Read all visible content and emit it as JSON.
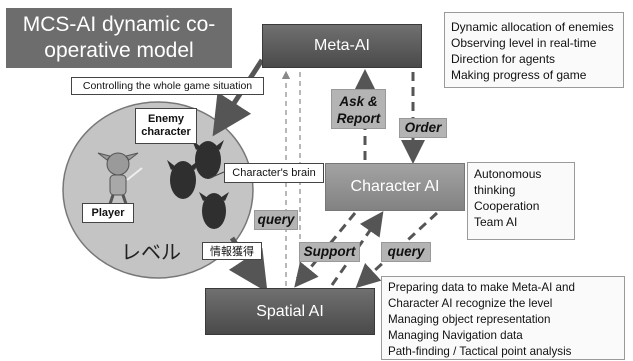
{
  "title": {
    "line1": "MCS-AI dynamic co-",
    "line2": "operative model"
  },
  "nodes": {
    "meta_ai": "Meta-AI",
    "character_ai": "Character AI",
    "spatial_ai": "Spatial AI"
  },
  "meta_desc": [
    "Dynamic allocation of enemies",
    "Observing level in real-time",
    "Direction for agents",
    "Making progress of game"
  ],
  "char_desc": [
    "Autonomous",
    "thinking",
    "Cooperation",
    "Team AI"
  ],
  "spatial_desc": [
    "Preparing data to make Meta-AI and",
    "Character AI recognize the level",
    "Managing object representation",
    "Managing Navigation data",
    "Path-finding / Tactical point analysis"
  ],
  "callouts": {
    "control": "Controlling the whole game situation",
    "enemy_line1": "Enemy",
    "enemy_line2": "character",
    "brain": "Character's brain",
    "player": "Player",
    "info": "情報獲得"
  },
  "labels": {
    "ask_line1": "Ask &",
    "ask_line2": "Report",
    "order": "Order",
    "query1": "query",
    "support": "Support",
    "query2": "query"
  },
  "level": "レベル",
  "colors": {
    "dark_node": "#5a5a5a",
    "light_node": "#929292",
    "level_circle": "#c4c4c4",
    "arrow": "#555555"
  }
}
